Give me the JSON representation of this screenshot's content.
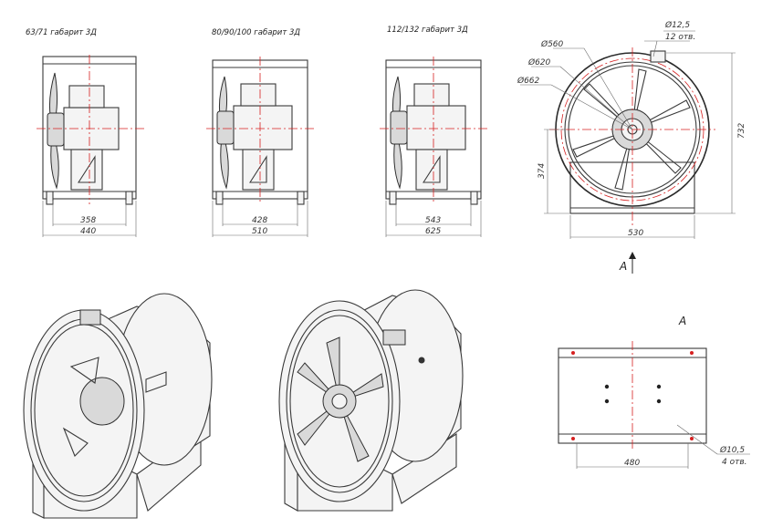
{
  "views": {
    "front1": {
      "title": "63/71 габарит 3Д",
      "dim_inner": "358",
      "dim_outer": "440"
    },
    "front2": {
      "title": "80/90/100 габарит 3Д",
      "dim_inner": "428",
      "dim_outer": "510"
    },
    "front3": {
      "title": "112/132 габарит 3Д",
      "dim_inner": "543",
      "dim_outer": "625"
    }
  },
  "side_view": {
    "d_hole": "Ø12,5",
    "hole_count": "12 отв.",
    "d560": "Ø560",
    "d620": "Ø620",
    "d662": "Ø662",
    "height_total": "732",
    "height_axis": "374",
    "width_base": "530",
    "view_arrow_label": "A"
  },
  "view_a": {
    "label": "A",
    "dim_width": "480",
    "d_hole": "Ø10,5",
    "hole_count": "4 отв."
  },
  "colors": {
    "centerline": "#d62020",
    "line": "#3a3a3a"
  }
}
